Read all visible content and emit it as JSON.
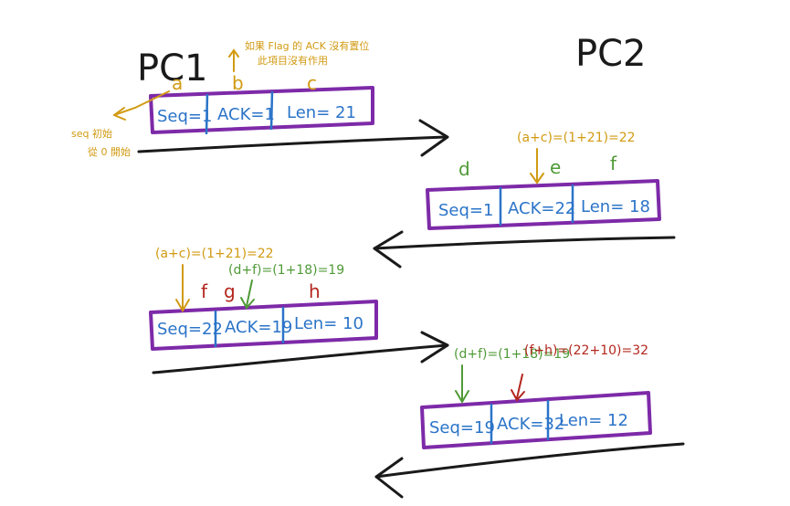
{
  "pc1_label": "PC1",
  "pc2_label": "PC2",
  "notes": {
    "seq_start": [
      "seq 初始",
      "從 0 開始"
    ],
    "ack_flag": [
      "如果 Flag 的 ACK 沒有置位",
      "此項目沒有作用"
    ]
  },
  "packets": [
    {
      "seq": "Seq=1",
      "ack": "ACK=1",
      "len": "Len= 21",
      "letters": [
        "a",
        "b",
        "c"
      ]
    },
    {
      "seq": "Seq=1",
      "ack": "ACK=22",
      "len": "Len= 18",
      "letters": [
        "d",
        "e",
        "f"
      ],
      "annotation": "(a+c)=(1+21)=22"
    },
    {
      "seq": "Seq=22",
      "ack": "ACK=19",
      "len": "Len= 10",
      "letters": [
        "f",
        "g",
        "h"
      ],
      "annotation_y": "(a+c)=(1+21)=22",
      "annotation_g": "(d+f)=(1+18)=19"
    },
    {
      "seq": "Seq=19",
      "ack": "ACK=32",
      "len": "Len= 12",
      "annotation_g": "(d+f)=(1+18)=19",
      "annotation_r": "(f+h)=(22+10)=32"
    }
  ]
}
